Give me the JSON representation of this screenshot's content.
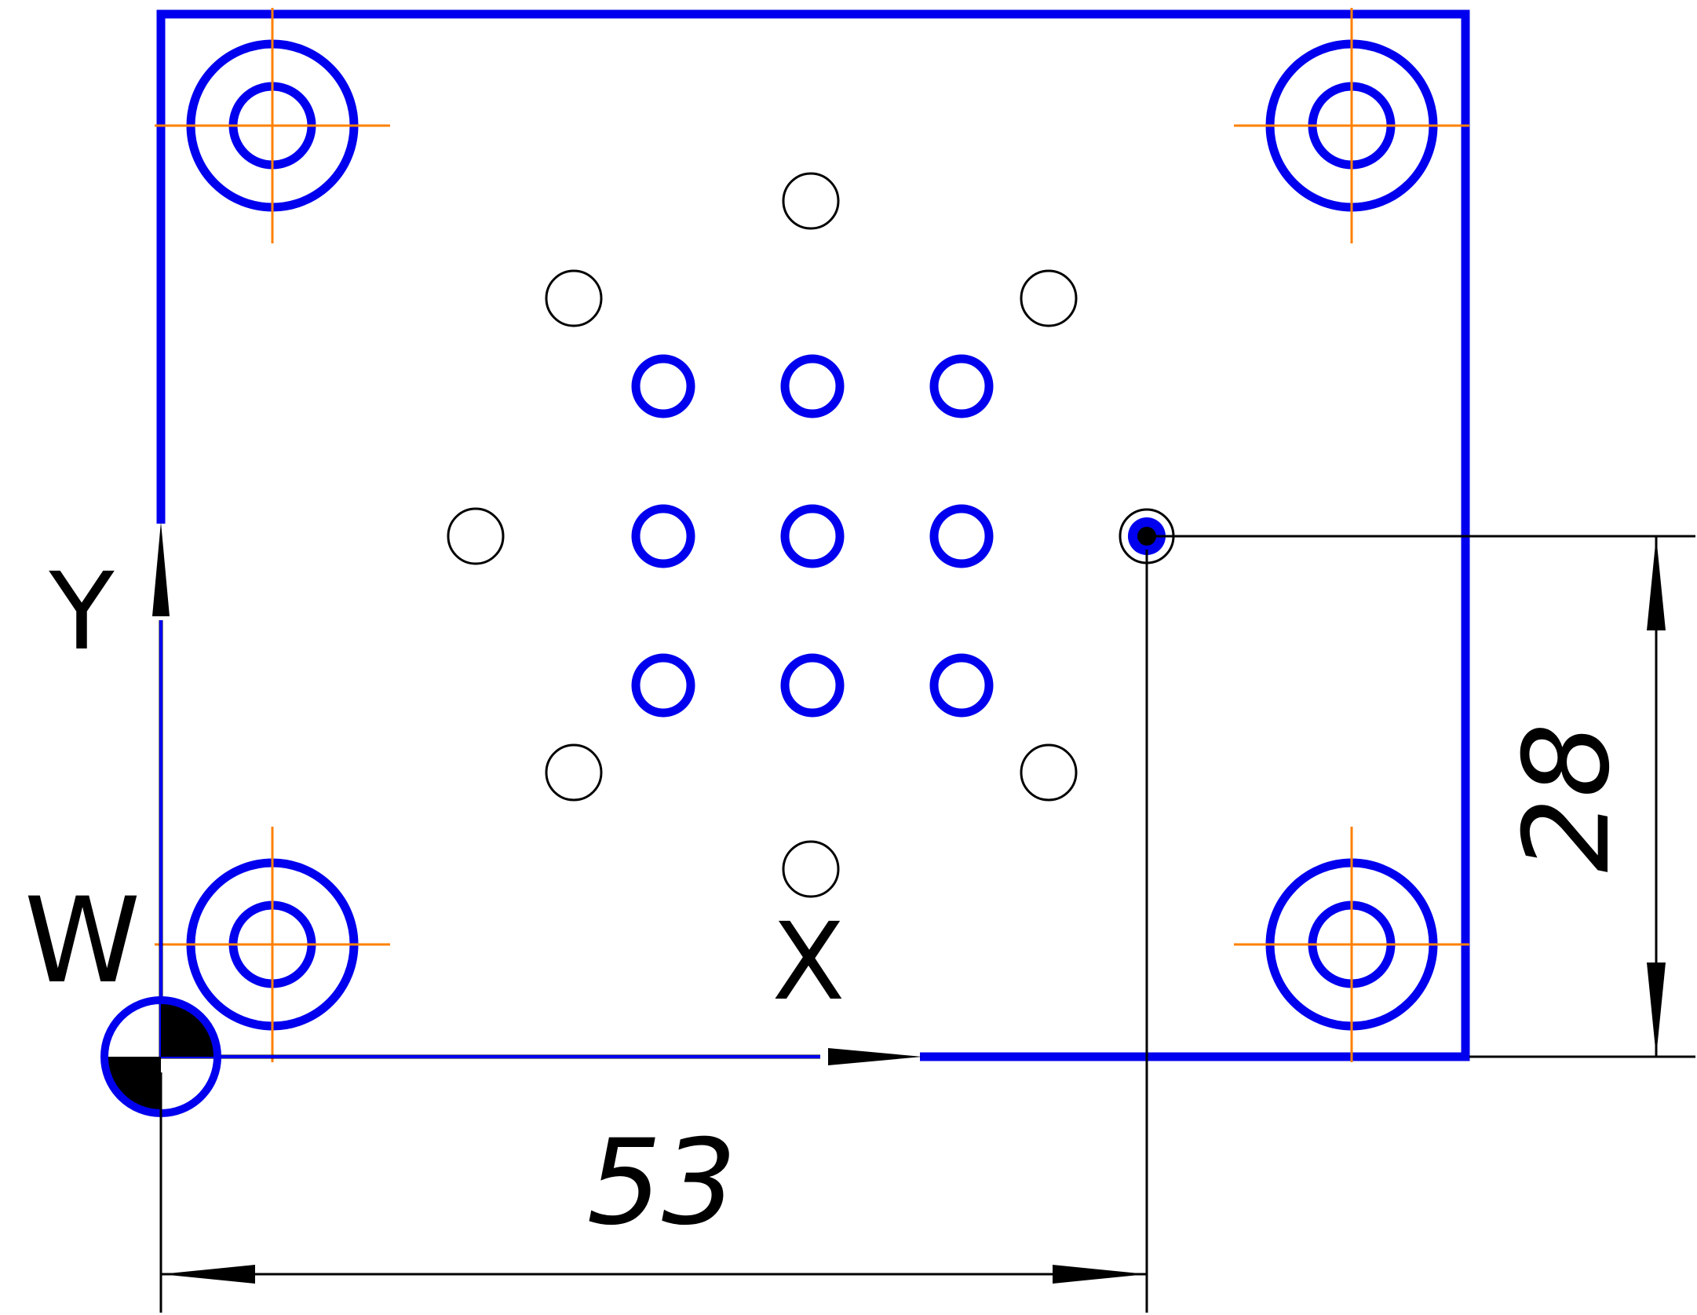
{
  "drawing": {
    "axis_labels": {
      "x": "X",
      "y": "Y",
      "origin": "W"
    },
    "dimensions": {
      "horizontal": "53",
      "vertical": "28"
    },
    "colors": {
      "outline": "#0000ee",
      "thin_line": "#000000",
      "center_line": "#ff8000",
      "background": "#ffffff"
    }
  }
}
